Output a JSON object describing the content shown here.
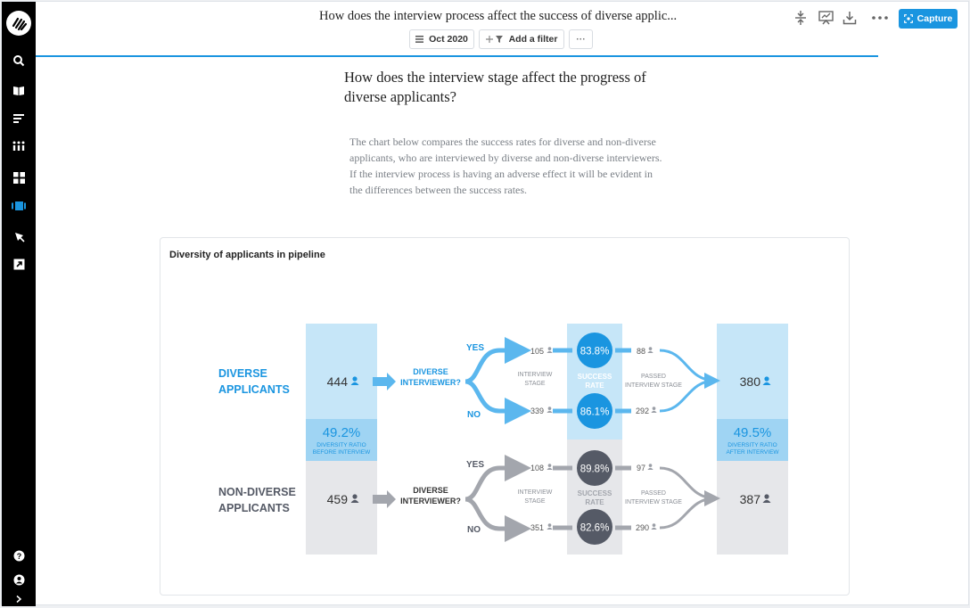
{
  "app": {
    "title": "How does the interview process affect the success of diverse applic...",
    "date_filter": "Oct 2020",
    "add_filter": "Add a filter",
    "more": "···",
    "capture": "Capture"
  },
  "sidebar": {
    "icons": [
      "search-icon",
      "book-icon",
      "list-icon",
      "people-grid-icon",
      "dashboard-icon",
      "stories-icon",
      "pen-icon",
      "export-icon",
      "help-icon",
      "user-icon",
      "expand-icon"
    ]
  },
  "header": {
    "icons": [
      "compress-icon",
      "present-icon",
      "download-icon",
      "more-icon"
    ]
  },
  "document": {
    "heading": "How does the interview stage affect the progress of diverse applicants?",
    "description": "The chart below compares the success rates for diverse and non-diverse applicants, who are interviewed by diverse and non-diverse interviewers. If the interview process is having an adverse effect it will be evident in the differences between the success rates."
  },
  "card": {
    "title": "Diversity of applicants in pipeline"
  },
  "infographic": {
    "colors": {
      "diverse": "#1a95e0",
      "diverse_light": "#c6e6f8",
      "diverse_mid": "#9fd4f3",
      "nondiverse": "#555a66",
      "nondiverse_light": "#e6e7ea",
      "arrow_blue": "#5bb7ee",
      "arrow_gray": "#a3a6ad"
    },
    "diverse": {
      "label_line1": "DIVERSE",
      "label_line2": "APPLICANTS",
      "count": "444",
      "question_line1": "DIVERSE",
      "question_line2": "INTERVIEWER?",
      "yes": "YES",
      "no": "NO",
      "yes_count": "105",
      "no_count": "339",
      "stage_line1": "INTERVIEW",
      "stage_line2": "STAGE",
      "yes_rate": "83.8%",
      "no_rate": "86.1%",
      "rate_line1": "SUCCESS",
      "rate_line2": "RATE",
      "yes_passed": "88",
      "no_passed": "292",
      "passed_line1": "PASSED",
      "passed_line2": "INTERVIEW STAGE",
      "total": "380"
    },
    "nondiverse": {
      "label_line1": "NON-DIVERSE",
      "label_line2": "APPLICANTS",
      "count": "459",
      "question_line1": "DIVERSE",
      "question_line2": "INTERVIEWER?",
      "yes": "YES",
      "no": "NO",
      "yes_count": "108",
      "no_count": "351",
      "stage_line1": "INTERVIEW",
      "stage_line2": "STAGE",
      "yes_rate": "89.8%",
      "no_rate": "82.6%",
      "rate_line1": "SUCCESS",
      "rate_line2": "RATE",
      "yes_passed": "97",
      "no_passed": "290",
      "passed_line1": "PASSED",
      "passed_line2": "INTERVIEW STAGE",
      "total": "387"
    },
    "ratio_before": {
      "value": "49.2%",
      "line1": "DIVERSITY RATIO",
      "line2": "BEFORE INTERVIEW"
    },
    "ratio_after": {
      "value": "49.5%",
      "line1": "DIVERSITY RATIO",
      "line2": "AFTER INTERVIEW"
    }
  }
}
